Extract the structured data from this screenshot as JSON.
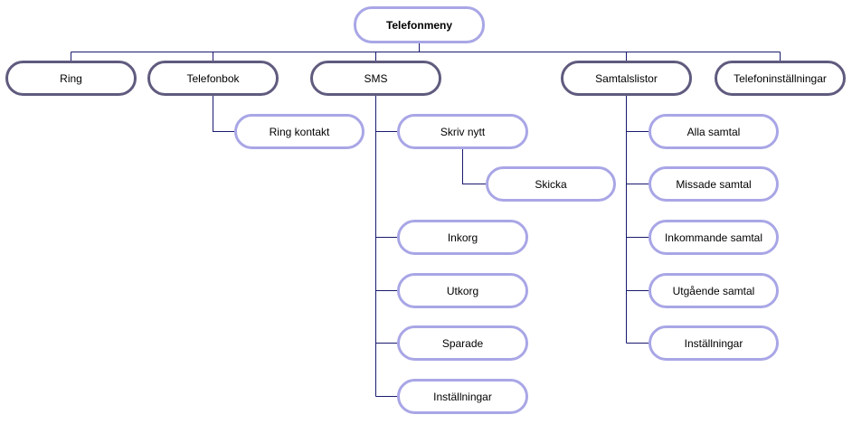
{
  "colors": {
    "root_border": "#a9a6e6",
    "level1_border": "#5f5b7e",
    "level2_border": "#a9a6e6",
    "connector": "#1a1a6e"
  },
  "root": {
    "label": "Telefonmeny"
  },
  "level1": [
    {
      "label": "Ring"
    },
    {
      "label": "Telefonbok"
    },
    {
      "label": "SMS"
    },
    {
      "label": "Samtalslistor"
    },
    {
      "label": "Telefoninställningar"
    }
  ],
  "telefonbok_children": [
    {
      "label": "Ring kontakt"
    }
  ],
  "sms_children": [
    {
      "label": "Skriv nytt"
    },
    {
      "label": "Inkorg"
    },
    {
      "label": "Utkorg"
    },
    {
      "label": "Sparade"
    },
    {
      "label": "Inställningar"
    }
  ],
  "skriv_nytt_children": [
    {
      "label": "Skicka"
    }
  ],
  "samtalslistor_children": [
    {
      "label": "Alla samtal"
    },
    {
      "label": "Missade samtal"
    },
    {
      "label": "Inkommande samtal"
    },
    {
      "label": "Utgående samtal"
    },
    {
      "label": "Inställningar"
    }
  ]
}
